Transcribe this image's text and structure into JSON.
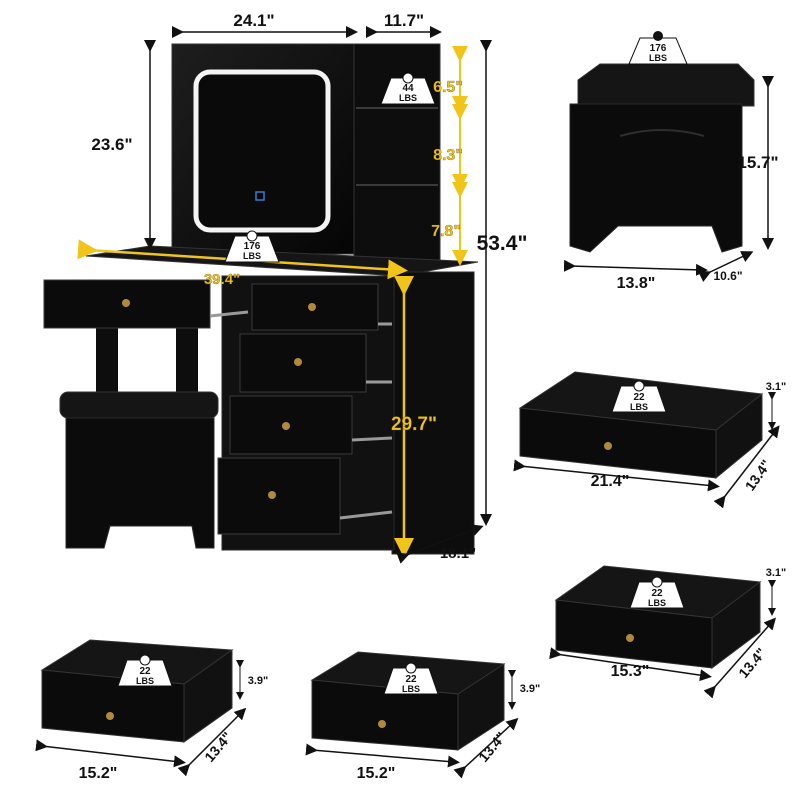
{
  "vanity": {
    "mirror_width": "24.1\"",
    "shelf_width": "11.7\"",
    "mirror_height": "23.6\"",
    "shelf_1": "6.5\"",
    "shelf_2": "8.3\"",
    "shelf_3": "7.8\"",
    "total_height": "53.4\"",
    "desk_width": "39.4\"",
    "desk_height": "29.7\"",
    "desk_depth": "18.1\"",
    "shelf_weight": {
      "value": "44",
      "unit": "LBS"
    },
    "desk_weight": {
      "value": "176",
      "unit": "LBS"
    }
  },
  "stool": {
    "weight": {
      "value": "176",
      "unit": "LBS"
    },
    "height": "15.7\"",
    "width": "13.8\"",
    "depth": "10.6\""
  },
  "drawers": [
    {
      "width": "21.4\"",
      "depth": "13.4\"",
      "height": "3.1\"",
      "weight": {
        "value": "22",
        "unit": "LBS"
      }
    },
    {
      "width": "15.3\"",
      "depth": "13.4\"",
      "height": "3.1\"",
      "weight": {
        "value": "22",
        "unit": "LBS"
      }
    },
    {
      "width": "15.2\"",
      "depth": "13.4\"",
      "height": "3.9\"",
      "weight": {
        "value": "22",
        "unit": "LBS"
      }
    },
    {
      "width": "15.2\"",
      "depth": "13.4\"",
      "height": "3.9\"",
      "weight": {
        "value": "22",
        "unit": "LBS"
      }
    }
  ],
  "colors": {
    "furniture": "#0b0b0b",
    "edge": "#2a2a2a",
    "accent_yellow": "#f0c419",
    "led": "#f4f4f4",
    "knob": "#b08a3a"
  }
}
